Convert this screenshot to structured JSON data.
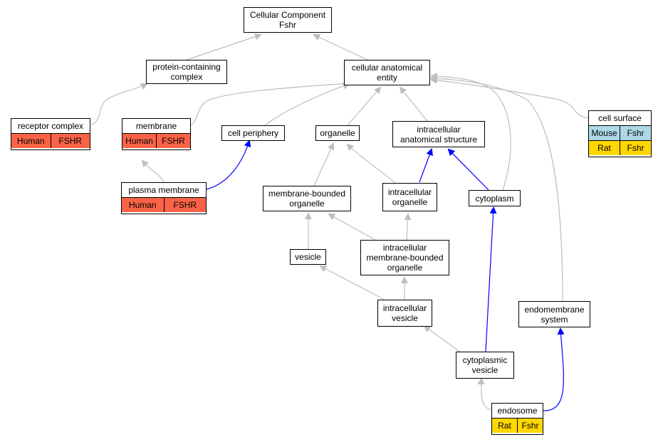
{
  "nodes": {
    "root": "Cellular Component\nFshr",
    "protein_complex": "protein-containing\ncomplex",
    "cellular_anatomical_entity": "cellular anatomical\nentity",
    "cell_periphery": "cell periphery",
    "organelle": "organelle",
    "intracellular_anatomical_structure": "intracellular\nanatomical structure",
    "membrane_bounded_organelle": "membrane-bounded\norganelle",
    "intracellular_organelle": "intracellular\norganelle",
    "cytoplasm": "cytoplasm",
    "vesicle": "vesicle",
    "intracellular_mb_organelle": "intracellular\nmembrane-bounded\norganelle",
    "intracellular_vesicle": "intracellular\nvesicle",
    "endomembrane_system": "endomembrane\nsystem",
    "cytoplasmic_vesicle": "cytoplasmic\nvesicle"
  },
  "annotated": {
    "receptor_complex": {
      "title": "receptor complex",
      "rows": [
        [
          "Human",
          "FSHR"
        ]
      ]
    },
    "membrane": {
      "title": "membrane",
      "rows": [
        [
          "Human",
          "FSHR"
        ]
      ]
    },
    "plasma_membrane": {
      "title": "plasma membrane",
      "rows": [
        [
          "Human",
          "FSHR"
        ]
      ]
    },
    "cell_surface": {
      "title": "cell surface",
      "rows": [
        [
          "Mouse",
          "Fshr"
        ],
        [
          "Rat",
          "Fshr"
        ]
      ]
    },
    "endosome": {
      "title": "endosome",
      "rows": [
        [
          "Rat",
          "Fshr"
        ]
      ]
    }
  },
  "colors": {
    "human": "#fa6347",
    "rat": "#ffd700",
    "mouse": "#add8e6",
    "is_a_edge": "#bebebe",
    "part_of_edge": "#0000ff"
  }
}
